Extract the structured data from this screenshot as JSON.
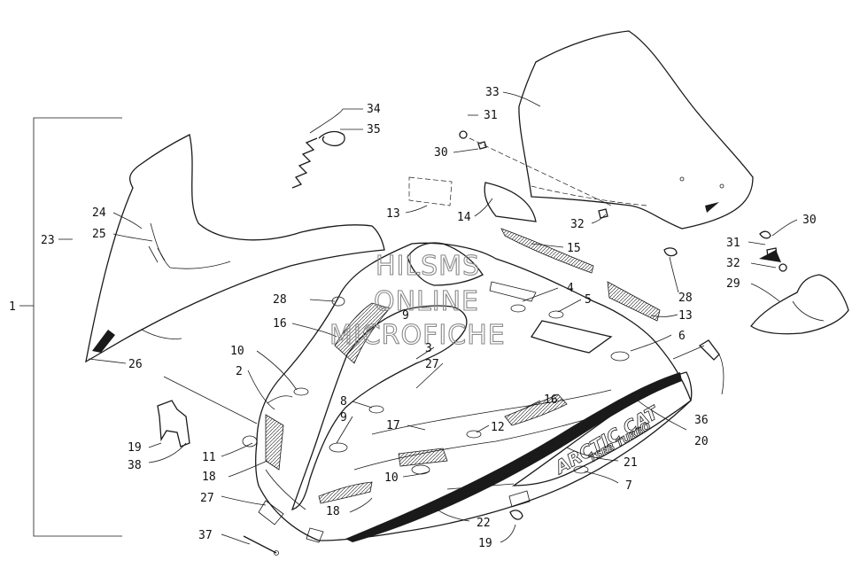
{
  "watermark": {
    "lines": [
      "HILSMS",
      "ONLINE",
      "MICROFICHE"
    ]
  },
  "decal_text": {
    "brand": "ARCTIC CAT",
    "model": "TSEB TURBO"
  },
  "callouts": [
    {
      "id": "c1",
      "label": "1"
    },
    {
      "id": "c23",
      "label": "23"
    },
    {
      "id": "c24",
      "label": "24"
    },
    {
      "id": "c25",
      "label": "25"
    },
    {
      "id": "c26",
      "label": "26"
    },
    {
      "id": "c34",
      "label": "34"
    },
    {
      "id": "c35",
      "label": "35"
    },
    {
      "id": "c33",
      "label": "33"
    },
    {
      "id": "c31a",
      "label": "31"
    },
    {
      "id": "c30a",
      "label": "30"
    },
    {
      "id": "c13a",
      "label": "13"
    },
    {
      "id": "c14",
      "label": "14"
    },
    {
      "id": "c32a",
      "label": "32"
    },
    {
      "id": "c15",
      "label": "15"
    },
    {
      "id": "c30b",
      "label": "30"
    },
    {
      "id": "c31b",
      "label": "31"
    },
    {
      "id": "c32b",
      "label": "32"
    },
    {
      "id": "c29",
      "label": "29"
    },
    {
      "id": "c28a",
      "label": "28"
    },
    {
      "id": "c28b",
      "label": "28"
    },
    {
      "id": "c13b",
      "label": "13"
    },
    {
      "id": "c4",
      "label": "4"
    },
    {
      "id": "c5",
      "label": "5"
    },
    {
      "id": "c9a",
      "label": "9"
    },
    {
      "id": "c16a",
      "label": "16"
    },
    {
      "id": "c3",
      "label": "3"
    },
    {
      "id": "c27a",
      "label": "27"
    },
    {
      "id": "c6",
      "label": "6"
    },
    {
      "id": "c10a",
      "label": "10"
    },
    {
      "id": "c2",
      "label": "2"
    },
    {
      "id": "c8",
      "label": "8"
    },
    {
      "id": "c9b",
      "label": "9"
    },
    {
      "id": "c16b",
      "label": "16"
    },
    {
      "id": "c17",
      "label": "17"
    },
    {
      "id": "c12",
      "label": "12"
    },
    {
      "id": "c36",
      "label": "36"
    },
    {
      "id": "c19a",
      "label": "19"
    },
    {
      "id": "c38",
      "label": "38"
    },
    {
      "id": "c11",
      "label": "11"
    },
    {
      "id": "c18a",
      "label": "18"
    },
    {
      "id": "c20",
      "label": "20"
    },
    {
      "id": "c21",
      "label": "21"
    },
    {
      "id": "c10b",
      "label": "10"
    },
    {
      "id": "c7",
      "label": "7"
    },
    {
      "id": "c27b",
      "label": "27"
    },
    {
      "id": "c18b",
      "label": "18"
    },
    {
      "id": "c22",
      "label": "22"
    },
    {
      "id": "c37",
      "label": "37"
    },
    {
      "id": "c19b",
      "label": "19"
    }
  ]
}
